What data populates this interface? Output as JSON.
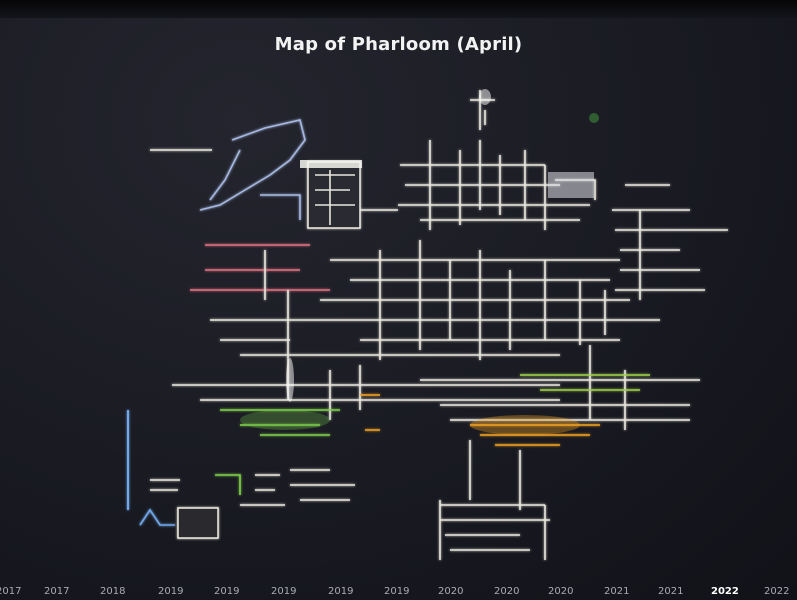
{
  "title": "Map of Pharloom (April)",
  "timeline": {
    "years": [
      "2017",
      "2018",
      "2019",
      "2019",
      "2019",
      "2019",
      "2019",
      "2020",
      "2020",
      "2020",
      "2021",
      "2021",
      "2022",
      "2022"
    ],
    "current_index": 12
  },
  "colors": {
    "background": "#1b1c24",
    "map_lines": "#e8e6dc",
    "highlight_orange": "#f0a020",
    "highlight_green": "#7fcf4a",
    "highlight_blue": "#6fa8e8",
    "highlight_pink": "#e07080"
  }
}
